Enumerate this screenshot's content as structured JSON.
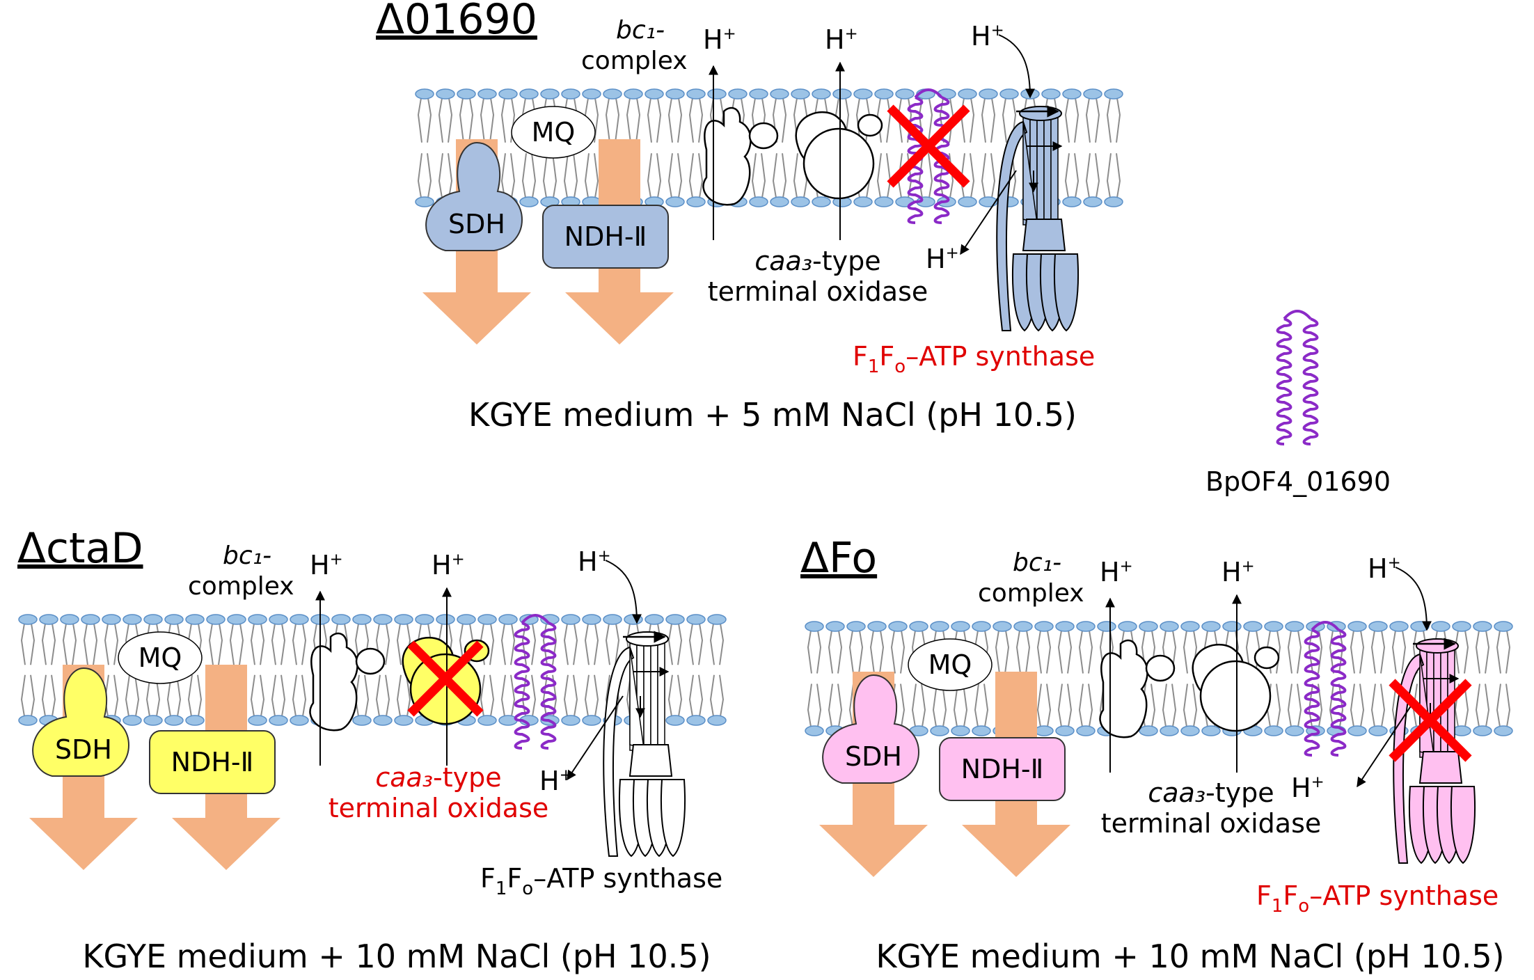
{
  "colors": {
    "membrane_head": "#9cc3e6",
    "membrane_head_stroke": "#5b8fc7",
    "tail": "#8c8c8c",
    "arrow_orange": "#f4b183",
    "blue_protein": "#a9bfe0",
    "yellow_protein": "#ffff66",
    "pink_protein": "#ffc0f0",
    "helix": "#8b2ac7",
    "knockout_x": "#ff0000",
    "red_text": "#e00000"
  },
  "legend": {
    "helix_icon": "helix-icon",
    "label": "BpOF4_01690"
  },
  "panels": [
    {
      "id": "delta-01690",
      "strain": "Δ01690",
      "mq": "MQ",
      "sdh": "SDH",
      "ndh": "NDH-Ⅱ",
      "bc1_line1": "bc₁-",
      "bc1_line2": "complex",
      "proton": "H",
      "proton_sup": "+",
      "caa3_prefix": "caa₃",
      "caa3_suffix": "-type",
      "oxidase_line2": "terminal oxidase",
      "atp_f1": "F",
      "atp_sub1": "1",
      "atp_fo": "F",
      "atp_subo": "o",
      "atp_rest": "–ATP synthase",
      "medium": "KGYE medium + 5 mM NaCl (pH 10.5)",
      "knockout": "BpOF4_01690",
      "protein_color": "blue",
      "red_label": "atp"
    },
    {
      "id": "delta-ctaD",
      "strain": "ΔctaD",
      "mq": "MQ",
      "sdh": "SDH",
      "ndh": "NDH-Ⅱ",
      "bc1_line1": "bc₁-",
      "bc1_line2": "complex",
      "proton": "H",
      "proton_sup": "+",
      "caa3_prefix": "caa₃",
      "caa3_suffix": "-type",
      "oxidase_line2": "terminal oxidase",
      "atp_f1": "F",
      "atp_sub1": "1",
      "atp_fo": "F",
      "atp_subo": "o",
      "atp_rest": "–ATP synthase",
      "medium": "KGYE medium + 10 mM NaCl (pH 10.5)",
      "knockout": "caa3-type terminal oxidase",
      "protein_color": "yellow",
      "red_label": "oxidase"
    },
    {
      "id": "delta-Fo",
      "strain": "ΔFo",
      "mq": "MQ",
      "sdh": "SDH",
      "ndh": "NDH-Ⅱ",
      "bc1_line1": "bc₁-",
      "bc1_line2": "complex",
      "proton": "H",
      "proton_sup": "+",
      "caa3_prefix": "caa₃",
      "caa3_suffix": "-type",
      "oxidase_line2": "terminal oxidase",
      "atp_f1": "F",
      "atp_sub1": "1",
      "atp_fo": "F",
      "atp_subo": "o",
      "atp_rest": "–ATP synthase",
      "medium": "KGYE medium + 10 mM NaCl (pH 10.5)",
      "knockout": "Fo",
      "protein_color": "pink",
      "red_label": "atp"
    }
  ]
}
